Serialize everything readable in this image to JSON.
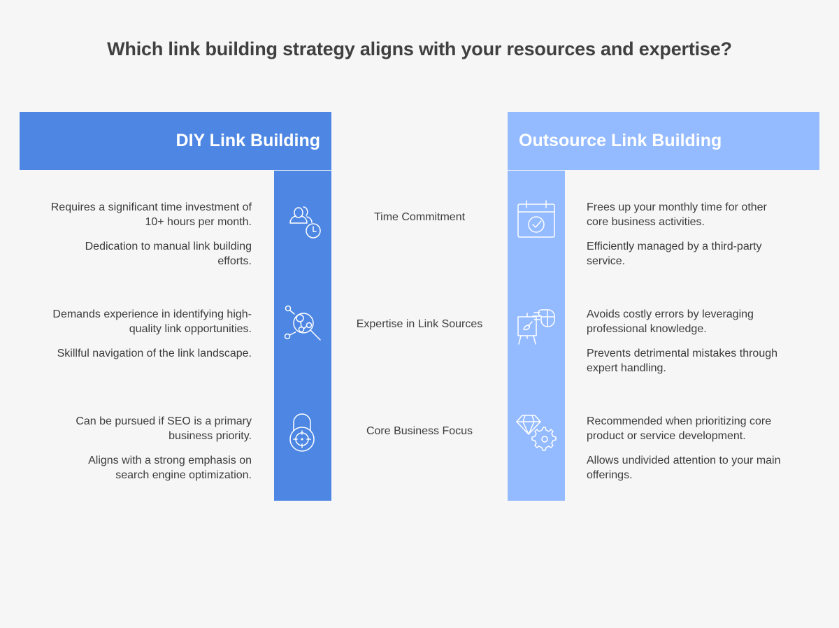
{
  "title": "Which link building strategy aligns with your resources and expertise?",
  "colors": {
    "background": "#f7f6f7",
    "diy": "#4e87e3",
    "outsource": "#94baff",
    "text": "#3c3c3c",
    "title": "#404040"
  },
  "columns": {
    "left": {
      "label": "DIY Link Building"
    },
    "right": {
      "label": "Outsource Link Building"
    }
  },
  "rows": [
    {
      "criterion": "Time Commitment",
      "left_icon": "users-clock-icon",
      "right_icon": "calendar-check-icon",
      "left": [
        "Requires a significant time investment of 10+ hours per month.",
        "Dedication to manual link building efforts."
      ],
      "right": [
        "Frees up your monthly time for other core business activities.",
        "Efficiently managed by a third-party service."
      ]
    },
    {
      "criterion": "Expertise in Link Sources",
      "left_icon": "network-search-icon",
      "right_icon": "easel-mouse-icon",
      "left": [
        "Demands experience in identifying high-quality link opportunities.",
        "Skillful navigation of the link landscape."
      ],
      "right": [
        "Avoids costly errors by leveraging professional knowledge.",
        "Prevents detrimental mistakes through expert handling."
      ]
    },
    {
      "criterion": "Core Business Focus",
      "left_icon": "padlock-target-icon",
      "right_icon": "diamond-gear-icon",
      "left": [
        "Can be pursued if SEO is a primary business priority.",
        "Aligns with a strong emphasis on search engine optimization."
      ],
      "right": [
        "Recommended when prioritizing core product or service development.",
        "Allows undivided attention to your main offerings."
      ]
    }
  ]
}
